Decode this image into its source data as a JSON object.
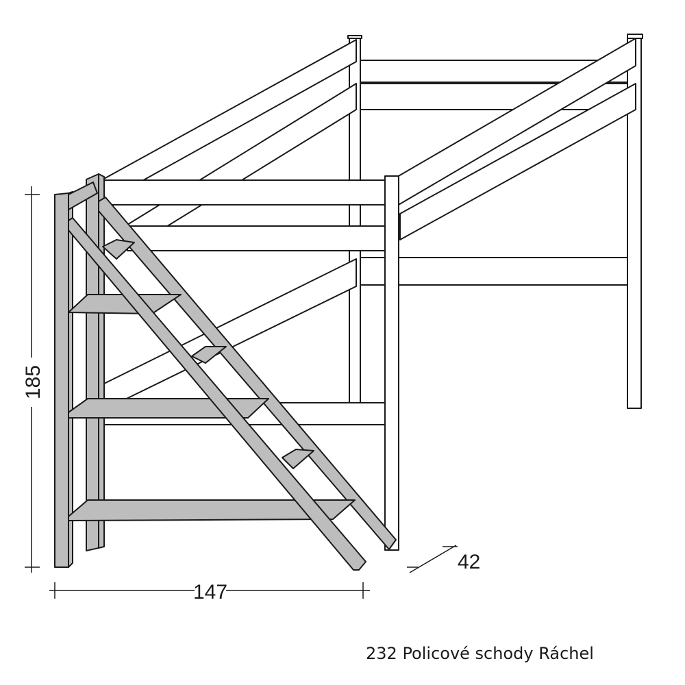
{
  "dimensions": {
    "height": "185",
    "width": "147",
    "depth": "42"
  },
  "caption": "232 Policové schody Ráchel",
  "colors": {
    "line": "#1a1a1a",
    "frame_fill": "#ffffff",
    "stair_fill": "#bdbdbd"
  }
}
